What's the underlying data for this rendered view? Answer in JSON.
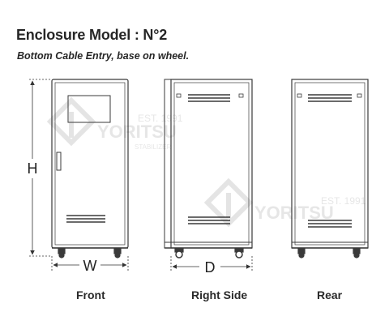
{
  "header": {
    "title": "Enclosure Model : N°2",
    "subtitle": "Bottom Cable Entry, base on wheel."
  },
  "views": {
    "front": "Front",
    "right_side": "Right Side",
    "rear": "Rear"
  },
  "dimensions": {
    "height": "H",
    "width": "W",
    "depth": "D"
  },
  "watermark": {
    "brand": "YORITSU",
    "est": "EST. 1991",
    "tagline": "STABILIZER"
  },
  "colors": {
    "line": "#3a3a3a",
    "watermark": "#d0d0d0"
  }
}
